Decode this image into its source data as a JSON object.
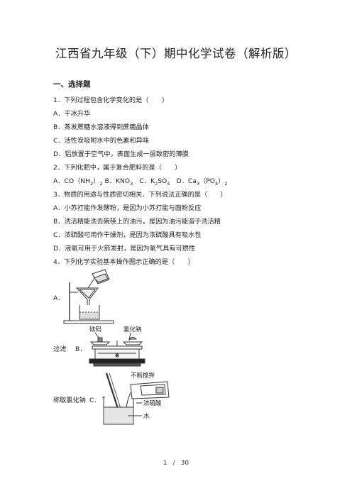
{
  "doc_title": "江西省九年级（下）期中化学试卷（解析版）",
  "section_title": "一、选择题",
  "q1": {
    "stem": "1．下列过程包含化学变化的是（　　）",
    "a": "A．干冰升华",
    "b": "B．蒸发蔗糖水溶液得到蔗糖晶体",
    "c": "C．活性炭吸附水中的色素和异味",
    "d": "D．铝放置于空气中，表面生成一层致密的薄膜"
  },
  "q2": {
    "stem": "2．下列化肥中，属于复合肥料的是（　　）",
    "a_pre": "A．CO（NH",
    "a_sub": "2",
    "a_post": "）",
    "a_sub2": "2",
    "b_pre": " B．KNO",
    "b_sub": "3",
    "c_pre": "　C．K",
    "c_sub": "2",
    "c_mid": "SO",
    "c_sub2": "4",
    "d_pre": "　D．Ca",
    "d_sub": "3",
    "d_mid": "（PO",
    "d_sub2": "4",
    "d_post": "）",
    "d_sub3": "2"
  },
  "q3": {
    "stem": "3．物质的用途与性质密切相关．下列说法正确的是（　　）",
    "a": "A．小苏打能作发酵粉，是因为小苏打能与面粉反应",
    "b": "B．洗洁精能洗去碗筷上的油污，是因为油污能溶于洗洁精",
    "c": "C．浓硫酸可用作干燥剂，是因为浓硫酸具有吸水性",
    "d": "D．液氧可用于火箭发射，是因为氧气具有可燃性"
  },
  "q4": {
    "stem": "4．下列化学实验基本操作图示正确的是（　　）",
    "a_label": "A．",
    "a_caption": "过滤",
    "b_label": "B．",
    "b_caption": "称取氯化钠",
    "c_label": "C．",
    "fig_b_left_label": "砝码",
    "fig_b_right_label": "氯化钠",
    "fig_c_label_stir": "不断搅拌",
    "fig_c_label_acid": "浓硫酸",
    "fig_c_label_water": "水"
  },
  "page": {
    "current": "1",
    "sep": "/",
    "total": "30"
  }
}
